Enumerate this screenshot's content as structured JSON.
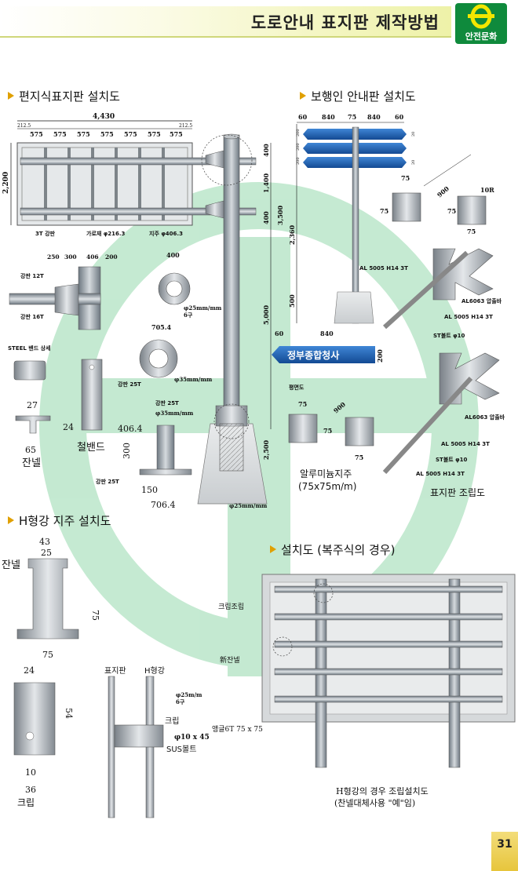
{
  "header": {
    "title": "도로안내 표지판 제작방법",
    "logo_text": "안전문화"
  },
  "colors": {
    "accent": "#e0a000",
    "pole": "#9aa3a8",
    "sign_blue": "#1f5fb0",
    "watermark": "#7fcf9a"
  },
  "sections": {
    "overhead_sign": "편지식표지판 설치도",
    "pedestrian_sign": "보행인 안내판 설치도",
    "h_beam_post": "H형강 지주 설치도",
    "multi_post": "설치도 (복주식의 경우)"
  },
  "overhead": {
    "total_width": "4,430",
    "edge_dims": [
      "212.5",
      "212.5"
    ],
    "panel_dims": [
      "575",
      "575",
      "575",
      "575",
      "575",
      "575",
      "575"
    ],
    "height": "2,200",
    "bottom_labels": [
      "3T 강판",
      "가로재 φ216.3",
      "지주 φ406.3"
    ],
    "vert_dims": [
      "400",
      "1,400",
      "400",
      "5,000",
      "2,500"
    ],
    "joint_dims": [
      "250",
      "300",
      "406",
      "200"
    ],
    "plate_labels": [
      "강판 12T",
      "강판 16T"
    ],
    "flange1": {
      "dim": "400",
      "note1": "φ25mm/mm",
      "note2": "6구"
    },
    "flange2": {
      "dim": "705.4",
      "plate": "강판 25T",
      "note": "φ35mm/mm"
    },
    "base_labels": [
      "강판 25T",
      "φ35mm/mm",
      "φ25mm/mm"
    ],
    "steel_band": "STEEL 밴드 상세",
    "channel": {
      "w": "27",
      "h": "24",
      "base": "65",
      "name": "잔넬"
    },
    "band_name": "철밴드",
    "stand": {
      "top": "406.4",
      "h": "300",
      "plate": "강판 25T",
      "in": "150",
      "w": "706.4"
    }
  },
  "pedestrian": {
    "top_dims": [
      "60",
      "840",
      "75",
      "840",
      "60"
    ],
    "small_dims": [
      "200",
      "200",
      "200"
    ],
    "right_dims": [
      "20",
      "20"
    ],
    "vert_dims": [
      "3,500",
      "2,360",
      "500"
    ],
    "sq1": {
      "w": "75",
      "h": "75",
      "diag": "900"
    },
    "sq2": {
      "w": "75",
      "h": "75",
      "r": "10R"
    },
    "bracket_labels": [
      "AL 5005 H14 3T",
      "AL6063 압출바",
      "AL 5005 H14 3T",
      "ST볼트 φ10"
    ],
    "sign_dims": [
      "60",
      "840",
      "200"
    ],
    "sign_text": "정부종합청사",
    "plan_label": "평면도",
    "sq3": {
      "w": "75",
      "h": "75",
      "diag": "900"
    },
    "sq4": {
      "w": "75"
    },
    "alu_post": "알루미늄지주",
    "alu_size": "(75x75m/m)",
    "bracket2_labels": [
      "AL6063 압출바",
      "AL 5005 H14 3T",
      "ST볼트 φ10",
      "AL 5005 H14 3T"
    ],
    "assembly": "표지판 조립도"
  },
  "hbeam": {
    "channel_label": "잔넬",
    "dims": [
      "43",
      "25",
      "75",
      "75"
    ],
    "clip": {
      "w": "24",
      "h": "54",
      "hole": "10",
      "base": "36",
      "name": "크립"
    },
    "side": {
      "sign": "표지판",
      "beam": "H형강",
      "note1": "φ25m/m",
      "note2": "6구",
      "clip": "크립",
      "bolt_d": "φ10 x 45",
      "bolt": "SUS볼트"
    }
  },
  "multi": {
    "labels": [
      "크립조립",
      "新잔넬",
      "앵글6T 75 x 75"
    ],
    "caption1": "H형강의 경우 조립설치도",
    "caption2": "(찬넬대체사용 \"예\"임)"
  },
  "page_number": "31"
}
